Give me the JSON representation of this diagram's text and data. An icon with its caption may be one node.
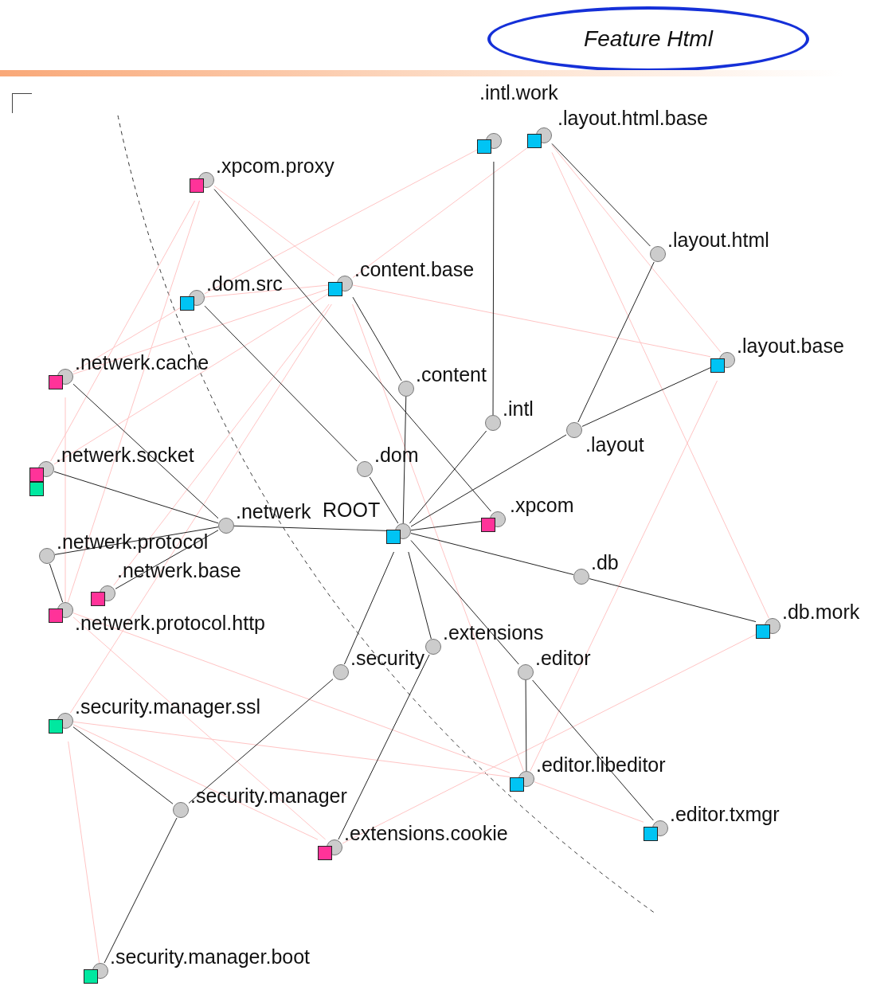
{
  "diagram": {
    "title": "Feature Html",
    "nodes": [
      {
        "text": [],
        "shape": "circle",
        "beside": [
          ".xpcom.proxy"
        ]
      },
      {
        "text": [],
        "shape": "circle",
        "beside": [
          ".intl.work"
        ]
      },
      {
        "text": [],
        "shape": "circle",
        "beside": [
          ".layout.html.base"
        ]
      },
      {
        "text": [],
        "shape": "circle",
        "beside": [
          ".layout.html"
        ]
      },
      {
        "text": [],
        "shape": "circle",
        "beside": [
          ".dom.src"
        ]
      },
      {
        "text": [],
        "shape": "circle",
        "beside": [
          ".content.base"
        ]
      },
      {
        "text": [],
        "shape": "circle",
        "beside": [
          ".layout.base"
        ]
      },
      {
        "text": [],
        "shape": "circle",
        "beside": [
          ".netwerk.cache"
        ]
      },
      {
        "text": [],
        "shape": "circle",
        "beside": [
          ".content"
        ]
      },
      {
        "text": [],
        "shape": "circle",
        "beside": [
          ".intl"
        ]
      },
      {
        "text": [],
        "shape": "circle",
        "beside": [
          ".layout"
        ]
      },
      {
        "text": [],
        "shape": "circle",
        "beside": [
          ".netwerk.socket"
        ]
      },
      {
        "text": [],
        "shape": "circle",
        "beside": [
          ".dom"
        ]
      },
      {
        "text": [],
        "shape": "circle",
        "beside": [
          ".netwerk"
        ]
      },
      {
        "text": [],
        "shape": "circle",
        "beside": [
          "ROOT"
        ]
      },
      {
        "text": [],
        "shape": "circle",
        "beside": [
          ".xpcom"
        ]
      },
      {
        "text": [],
        "shape": "circle",
        "beside": [
          ".netwerk.protocol"
        ]
      },
      {
        "text": [],
        "shape": "circle",
        "beside": [
          ".netwerk.base"
        ]
      },
      {
        "text": [],
        "shape": "circle",
        "beside": [
          ".netwerk.protocol.http"
        ]
      },
      {
        "text": [],
        "shape": "circle",
        "beside": [
          ".db"
        ]
      },
      {
        "text": [],
        "shape": "circle",
        "beside": [
          ".db.mork"
        ]
      },
      {
        "text": [],
        "shape": "circle",
        "beside": [
          ".extensions"
        ]
      },
      {
        "text": [],
        "shape": "circle",
        "beside": [
          ".security"
        ]
      },
      {
        "text": [],
        "shape": "circle",
        "beside": [
          ".editor"
        ]
      },
      {
        "text": [],
        "shape": "circle",
        "beside": [
          ".security.manager.ssl"
        ]
      },
      {
        "text": [],
        "shape": "circle",
        "beside": [
          ".editor.libeditor"
        ]
      },
      {
        "text": [],
        "shape": "circle",
        "beside": [
          ".security.manager"
        ]
      },
      {
        "text": [],
        "shape": "circle",
        "beside": [
          ".extensions.cookie"
        ]
      },
      {
        "text": [],
        "shape": "circle",
        "beside": [
          ".editor.txmgr"
        ]
      },
      {
        "text": [],
        "shape": "circle",
        "beside": [
          ".security.manager.boot"
        ]
      }
    ],
    "edges": [
      {
        "from": 0,
        "to": 15,
        "arrow": "none"
      },
      {
        "from": 14,
        "to": 15,
        "arrow": "none"
      },
      {
        "from": 1,
        "to": 9,
        "arrow": "none"
      },
      {
        "from": 2,
        "to": 3,
        "arrow": "none"
      },
      {
        "from": 3,
        "to": 10,
        "arrow": "none"
      },
      {
        "from": 6,
        "to": 10,
        "arrow": "none"
      },
      {
        "from": 10,
        "to": 14,
        "arrow": "none"
      },
      {
        "from": 5,
        "to": 8,
        "arrow": "none"
      },
      {
        "from": 8,
        "to": 14,
        "arrow": "none"
      },
      {
        "from": 4,
        "to": 12,
        "arrow": "none"
      },
      {
        "from": 12,
        "to": 14,
        "arrow": "none"
      },
      {
        "from": 9,
        "to": 14,
        "arrow": "none"
      },
      {
        "from": 7,
        "to": 13,
        "arrow": "none"
      },
      {
        "from": 11,
        "to": 13,
        "arrow": "none"
      },
      {
        "from": 16,
        "to": 13,
        "arrow": "none"
      },
      {
        "from": 17,
        "to": 13,
        "arrow": "none"
      },
      {
        "from": 13,
        "to": 14,
        "arrow": "none"
      },
      {
        "from": 16,
        "to": 18,
        "arrow": "none"
      },
      {
        "from": 14,
        "to": 19,
        "arrow": "none"
      },
      {
        "from": 19,
        "to": 20,
        "arrow": "none"
      },
      {
        "from": 14,
        "to": 21,
        "arrow": "none"
      },
      {
        "from": 21,
        "to": 27,
        "arrow": "none"
      },
      {
        "from": 14,
        "to": 22,
        "arrow": "none"
      },
      {
        "from": 22,
        "to": 26,
        "arrow": "none"
      },
      {
        "from": 26,
        "to": 24,
        "arrow": "none"
      },
      {
        "from": 26,
        "to": 29,
        "arrow": "none"
      },
      {
        "from": 14,
        "to": 23,
        "arrow": "none"
      },
      {
        "from": 23,
        "to": 25,
        "arrow": "none"
      },
      {
        "from": 23,
        "to": 28,
        "arrow": "none"
      },
      {
        "from": 0,
        "to": 5,
        "arrow": "none",
        "color": "#ffc4c4"
      },
      {
        "from": 0,
        "to": 18,
        "arrow": "none",
        "color": "#ffc4c4"
      },
      {
        "from": 0,
        "to": 11,
        "arrow": "none",
        "color": "#ffc4c4"
      },
      {
        "from": 5,
        "to": 6,
        "arrow": "none",
        "color": "#ffc4c4"
      },
      {
        "from": 5,
        "to": 7,
        "arrow": "none",
        "color": "#ffc4c4"
      },
      {
        "from": 5,
        "to": 11,
        "arrow": "none",
        "color": "#ffc4c4"
      },
      {
        "from": 5,
        "to": 24,
        "arrow": "none",
        "color": "#ffc4c4"
      },
      {
        "from": 5,
        "to": 25,
        "arrow": "none",
        "color": "#ffc4c4"
      },
      {
        "from": 4,
        "to": 5,
        "arrow": "none",
        "color": "#ffc4c4"
      },
      {
        "from": 4,
        "to": 7,
        "arrow": "none",
        "color": "#ffc4c4"
      },
      {
        "from": 1,
        "to": 4,
        "arrow": "none",
        "color": "#ffc4c4"
      },
      {
        "from": 2,
        "to": 5,
        "arrow": "none",
        "color": "#ffc4c4"
      },
      {
        "from": 2,
        "to": 6,
        "arrow": "none",
        "color": "#ffc4c4"
      },
      {
        "from": 6,
        "to": 25,
        "arrow": "none",
        "color": "#ffc4c4"
      },
      {
        "from": 20,
        "to": 27,
        "arrow": "none",
        "color": "#ffc4c4"
      },
      {
        "from": 20,
        "to": 2,
        "arrow": "none",
        "color": "#ffc4c4"
      },
      {
        "from": 7,
        "to": 18,
        "arrow": "none",
        "color": "#ffc4c4"
      },
      {
        "from": 18,
        "to": 25,
        "arrow": "none",
        "color": "#ffc4c4"
      },
      {
        "from": 18,
        "to": 27,
        "arrow": "none",
        "color": "#ffc4c4"
      },
      {
        "from": 24,
        "to": 29,
        "arrow": "none",
        "color": "#ffc4c4"
      },
      {
        "from": 24,
        "to": 25,
        "arrow": "none",
        "color": "#ffc4c4"
      },
      {
        "from": 24,
        "to": 27,
        "arrow": "none",
        "color": "#ffc4c4"
      },
      {
        "from": 25,
        "to": 28,
        "arrow": "none",
        "color": "#ffc4c4"
      },
      {
        "from": 17,
        "to": 5,
        "arrow": "none",
        "color": "#ffc4c4"
      }
    ]
  }
}
